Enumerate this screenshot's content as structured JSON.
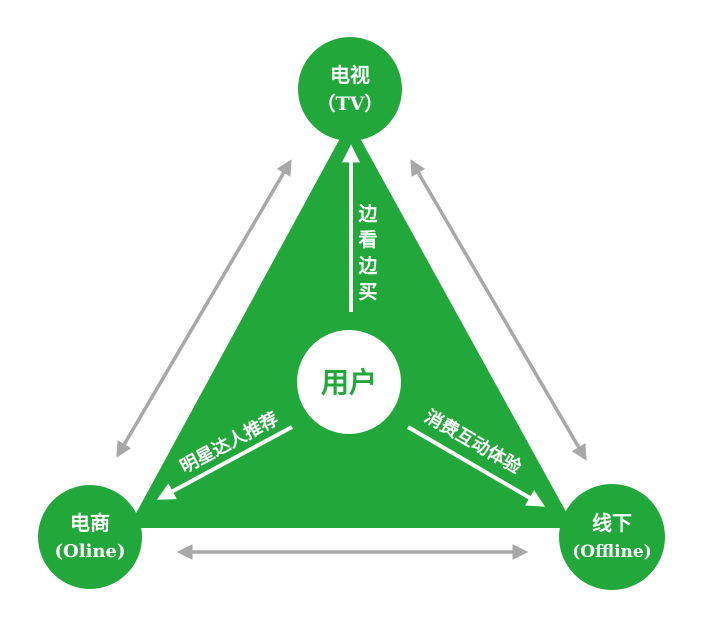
{
  "colors": {
    "primary_green": "#22a83a",
    "connector_gray": "#a8a8a8",
    "white": "#ffffff"
  },
  "nodes": {
    "tv": {
      "line1": "电视",
      "line2": "（TV）"
    },
    "ecommerce": {
      "line1": "电商",
      "line2": "(Oline)"
    },
    "offline": {
      "line1": "线下",
      "line2": "(Offline)"
    },
    "user": {
      "label": "用户"
    }
  },
  "flows": {
    "to_tv": {
      "chars": [
        "边",
        "看",
        "边",
        "买"
      ]
    },
    "to_ecommerce": {
      "label": "明星达人推荐"
    },
    "to_offline": {
      "label": "消费互动体验"
    }
  }
}
